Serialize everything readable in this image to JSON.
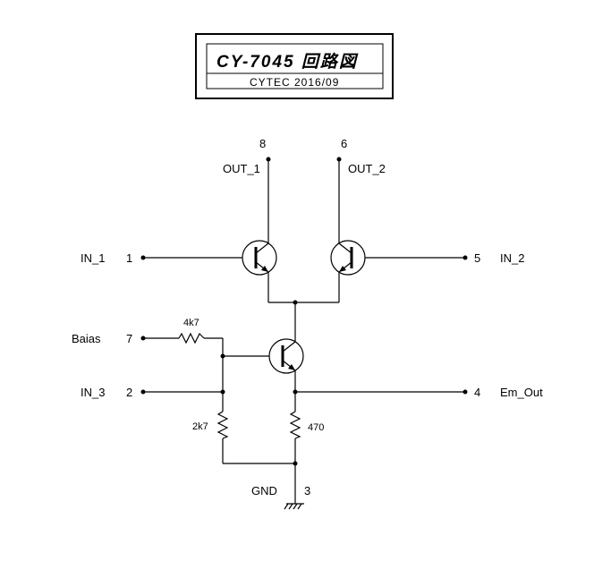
{
  "title_block": {
    "title": "CY-7045 回路図",
    "subtitle": "CYTEC 2016/09"
  },
  "pins": {
    "p8": {
      "number": "8",
      "name": "OUT_1"
    },
    "p6": {
      "number": "6",
      "name": "OUT_2"
    },
    "p1": {
      "number": "1",
      "name": "IN_1"
    },
    "p5": {
      "number": "5",
      "name": "IN_2"
    },
    "p7": {
      "number": "7",
      "name": "Baias"
    },
    "p2": {
      "number": "2",
      "name": "IN_3"
    },
    "p4": {
      "number": "4",
      "name": "Em_Out"
    },
    "p3": {
      "number": "3",
      "name": "GND"
    }
  },
  "components": {
    "r1": "4k7",
    "r2": "2k7",
    "r3": "470"
  }
}
